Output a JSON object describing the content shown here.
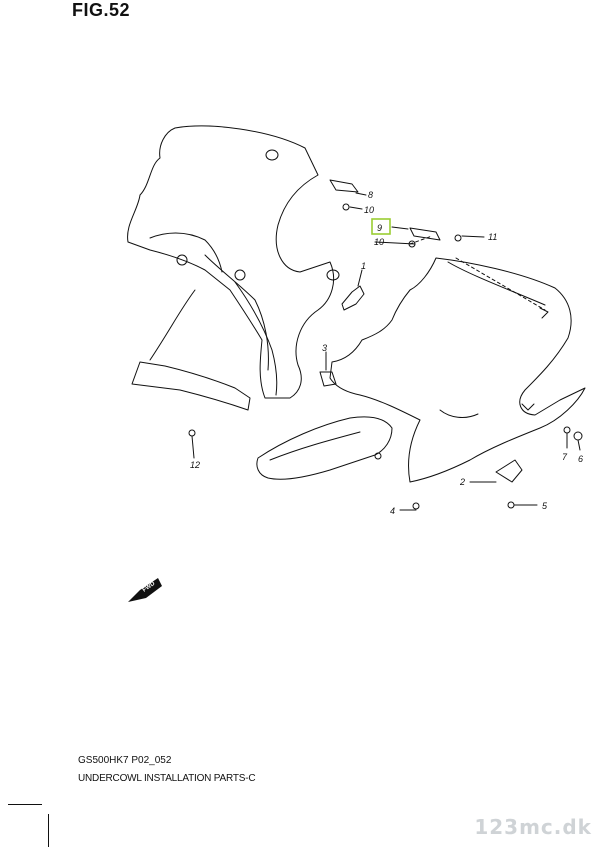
{
  "figure": {
    "title": "FIG.52",
    "code": "GS500HK7 P02_052",
    "caption": "UNDERCOWL INSTALLATION PARTS-C",
    "watermark": "123mc.dk",
    "fwd_label": "FWD"
  },
  "callouts": [
    {
      "id": "1",
      "label": "1"
    },
    {
      "id": "2",
      "label": "2"
    },
    {
      "id": "3",
      "label": "3"
    },
    {
      "id": "4",
      "label": "4"
    },
    {
      "id": "5",
      "label": "5"
    },
    {
      "id": "6",
      "label": "6"
    },
    {
      "id": "7",
      "label": "7"
    },
    {
      "id": "8",
      "label": "8"
    },
    {
      "id": "9",
      "label": "9",
      "highlighted": true
    },
    {
      "id": "10a",
      "label": "10"
    },
    {
      "id": "10b",
      "label": "10"
    },
    {
      "id": "11",
      "label": "11"
    },
    {
      "id": "12",
      "label": "12"
    }
  ],
  "colors": {
    "line": "#111111",
    "highlight": "#9acd32",
    "watermark": "#cfd3d6"
  }
}
